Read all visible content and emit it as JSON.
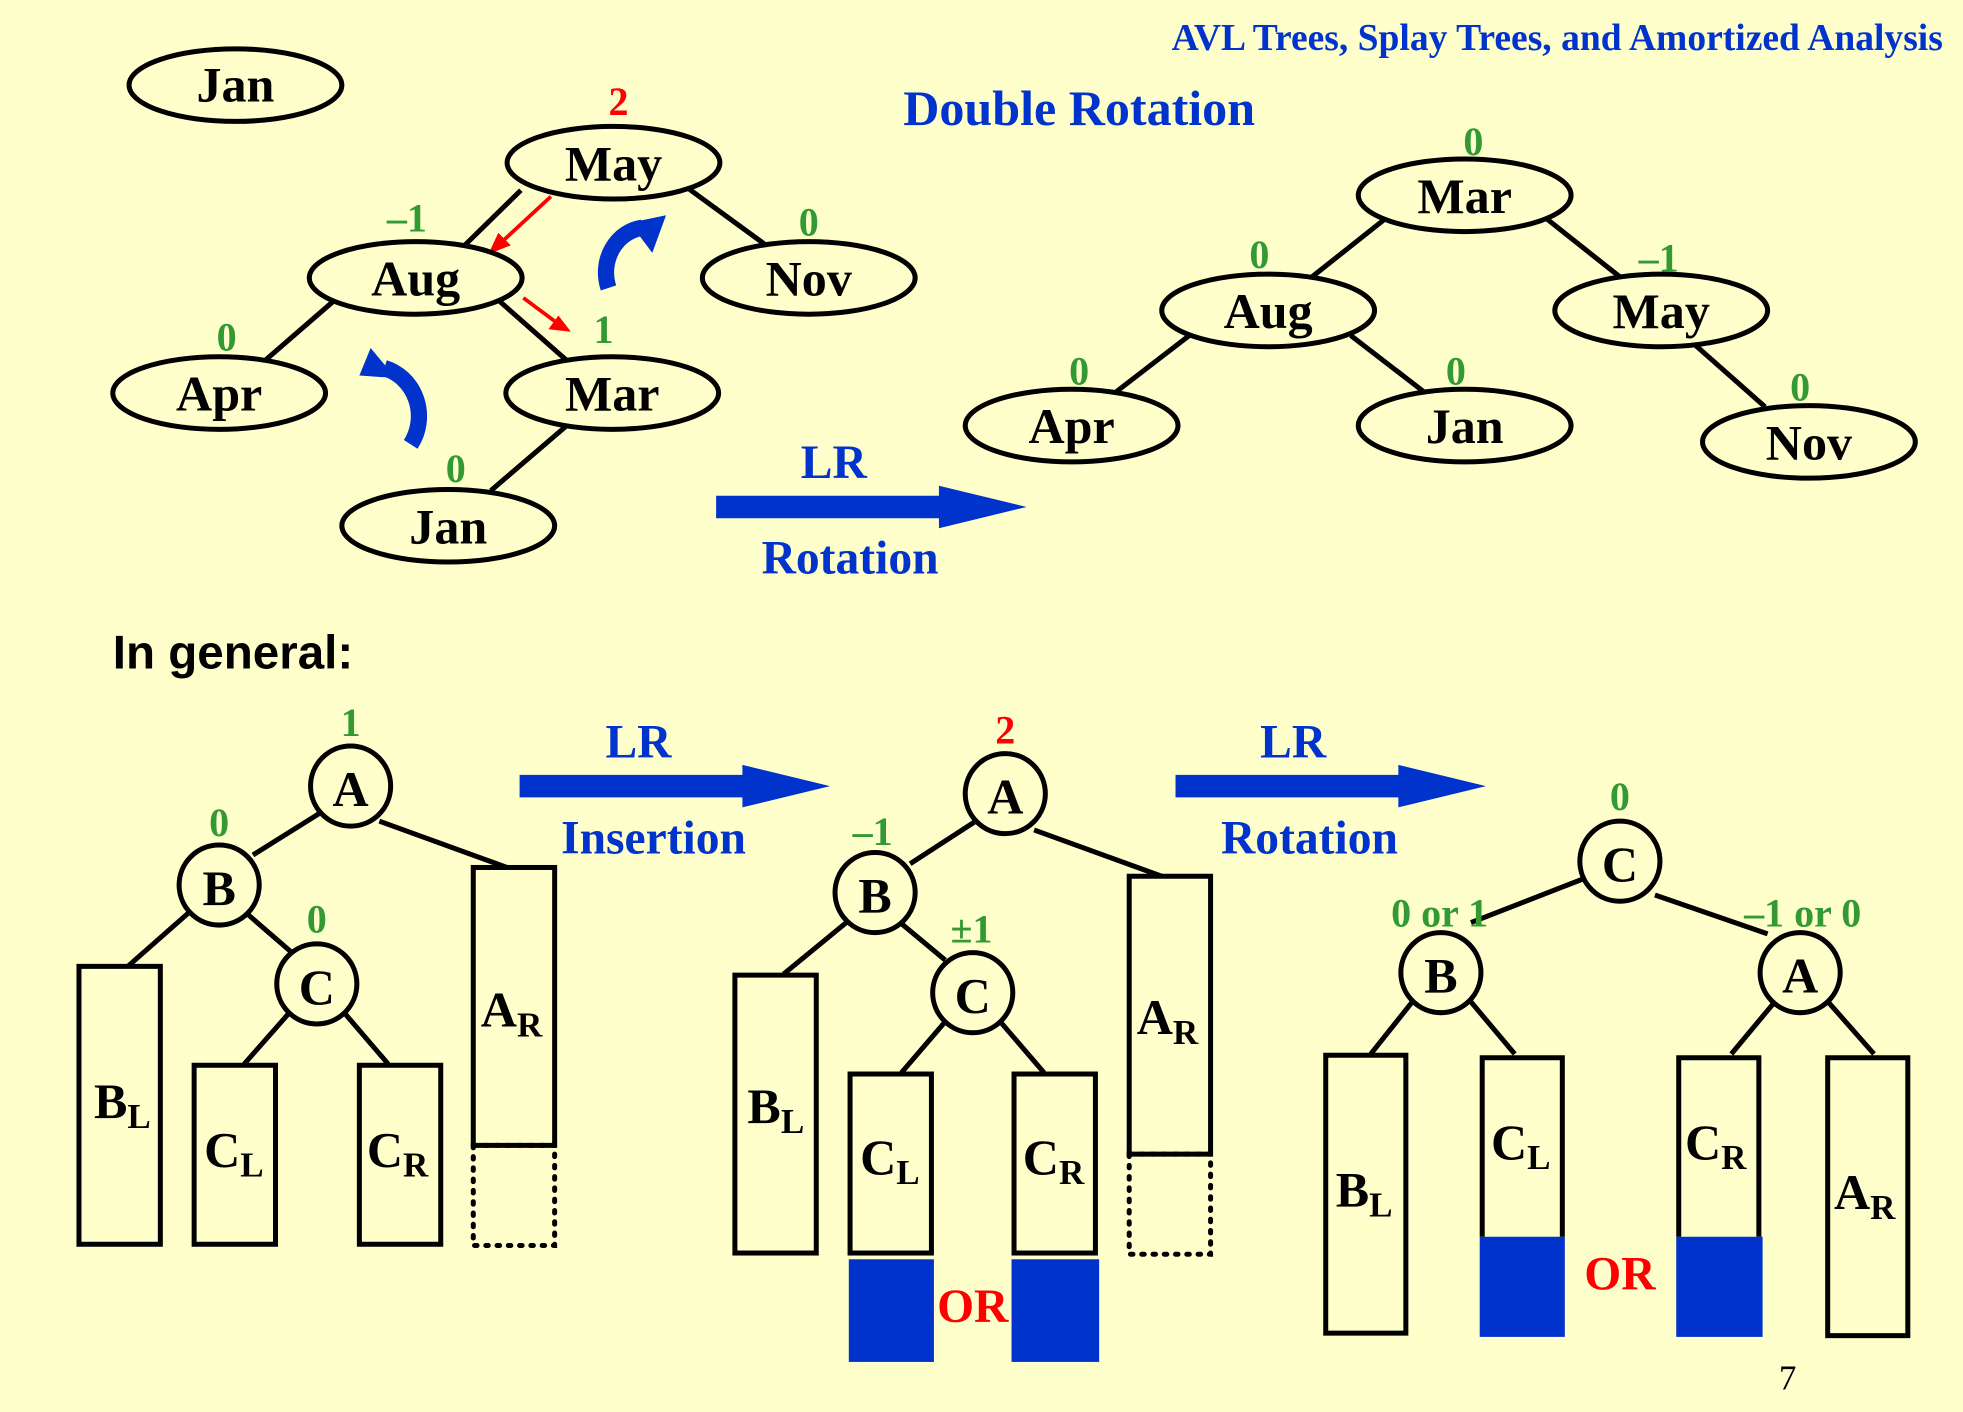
{
  "header": {
    "course_title": "AVL Trees, Splay Trees, and Amortized Analysis",
    "slide_title": "Double Rotation",
    "page_number": "7"
  },
  "colors": {
    "background": "#FFFFCC",
    "accent_blue": "#0033CC",
    "balance_ok": "#339933",
    "balance_violation": "#FF0000"
  },
  "example": {
    "inserted_node": "Jan",
    "before": {
      "nodes": {
        "may": {
          "label": "May",
          "bf": "2"
        },
        "aug": {
          "label": "Aug",
          "bf": "–1"
        },
        "nov": {
          "label": "Nov",
          "bf": "0"
        },
        "apr": {
          "label": "Apr",
          "bf": "0"
        },
        "mar": {
          "label": "Mar",
          "bf": "1"
        },
        "jan": {
          "label": "Jan",
          "bf": "0"
        }
      }
    },
    "arrow": {
      "top": "LR",
      "bottom": "Rotation"
    },
    "after": {
      "nodes": {
        "mar": {
          "label": "Mar",
          "bf": "0"
        },
        "aug": {
          "label": "Aug",
          "bf": "0"
        },
        "may": {
          "label": "May",
          "bf": "–1"
        },
        "apr": {
          "label": "Apr",
          "bf": "0"
        },
        "jan": {
          "label": "Jan",
          "bf": "0"
        },
        "nov": {
          "label": "Nov",
          "bf": "0"
        }
      }
    }
  },
  "general": {
    "heading": "In general:",
    "stage1": {
      "a": {
        "label": "A",
        "bf": "1"
      },
      "b": {
        "label": "B",
        "bf": "0"
      },
      "c": {
        "label": "C",
        "bf": "0"
      },
      "subtrees": {
        "bl": "B",
        "cl": "C",
        "cr": "C",
        "ar": "A"
      },
      "subscripts": {
        "bl": "L",
        "cl": "L",
        "cr": "R",
        "ar": "R"
      }
    },
    "arrow1": {
      "top": "LR",
      "bottom": "Insertion"
    },
    "stage2": {
      "a": {
        "label": "A",
        "bf": "2"
      },
      "b": {
        "label": "B",
        "bf": "–1"
      },
      "c": {
        "label": "C",
        "bf": "±1"
      },
      "subtrees": {
        "bl": "B",
        "cl": "C",
        "cr": "C",
        "ar": "A"
      },
      "subscripts": {
        "bl": "L",
        "cl": "L",
        "cr": "R",
        "ar": "R"
      },
      "or_label": "OR"
    },
    "arrow2": {
      "top": "LR",
      "bottom": "Rotation"
    },
    "stage3": {
      "c": {
        "label": "C",
        "bf": "0"
      },
      "b": {
        "label": "B",
        "bf": "0 or 1"
      },
      "a": {
        "label": "A",
        "bf": "–1 or 0"
      },
      "subtrees": {
        "bl": "B",
        "cl": "C",
        "cr": "C",
        "ar": "A"
      },
      "subscripts": {
        "bl": "L",
        "cl": "L",
        "cr": "R",
        "ar": "R"
      },
      "or_label": "OR"
    }
  }
}
